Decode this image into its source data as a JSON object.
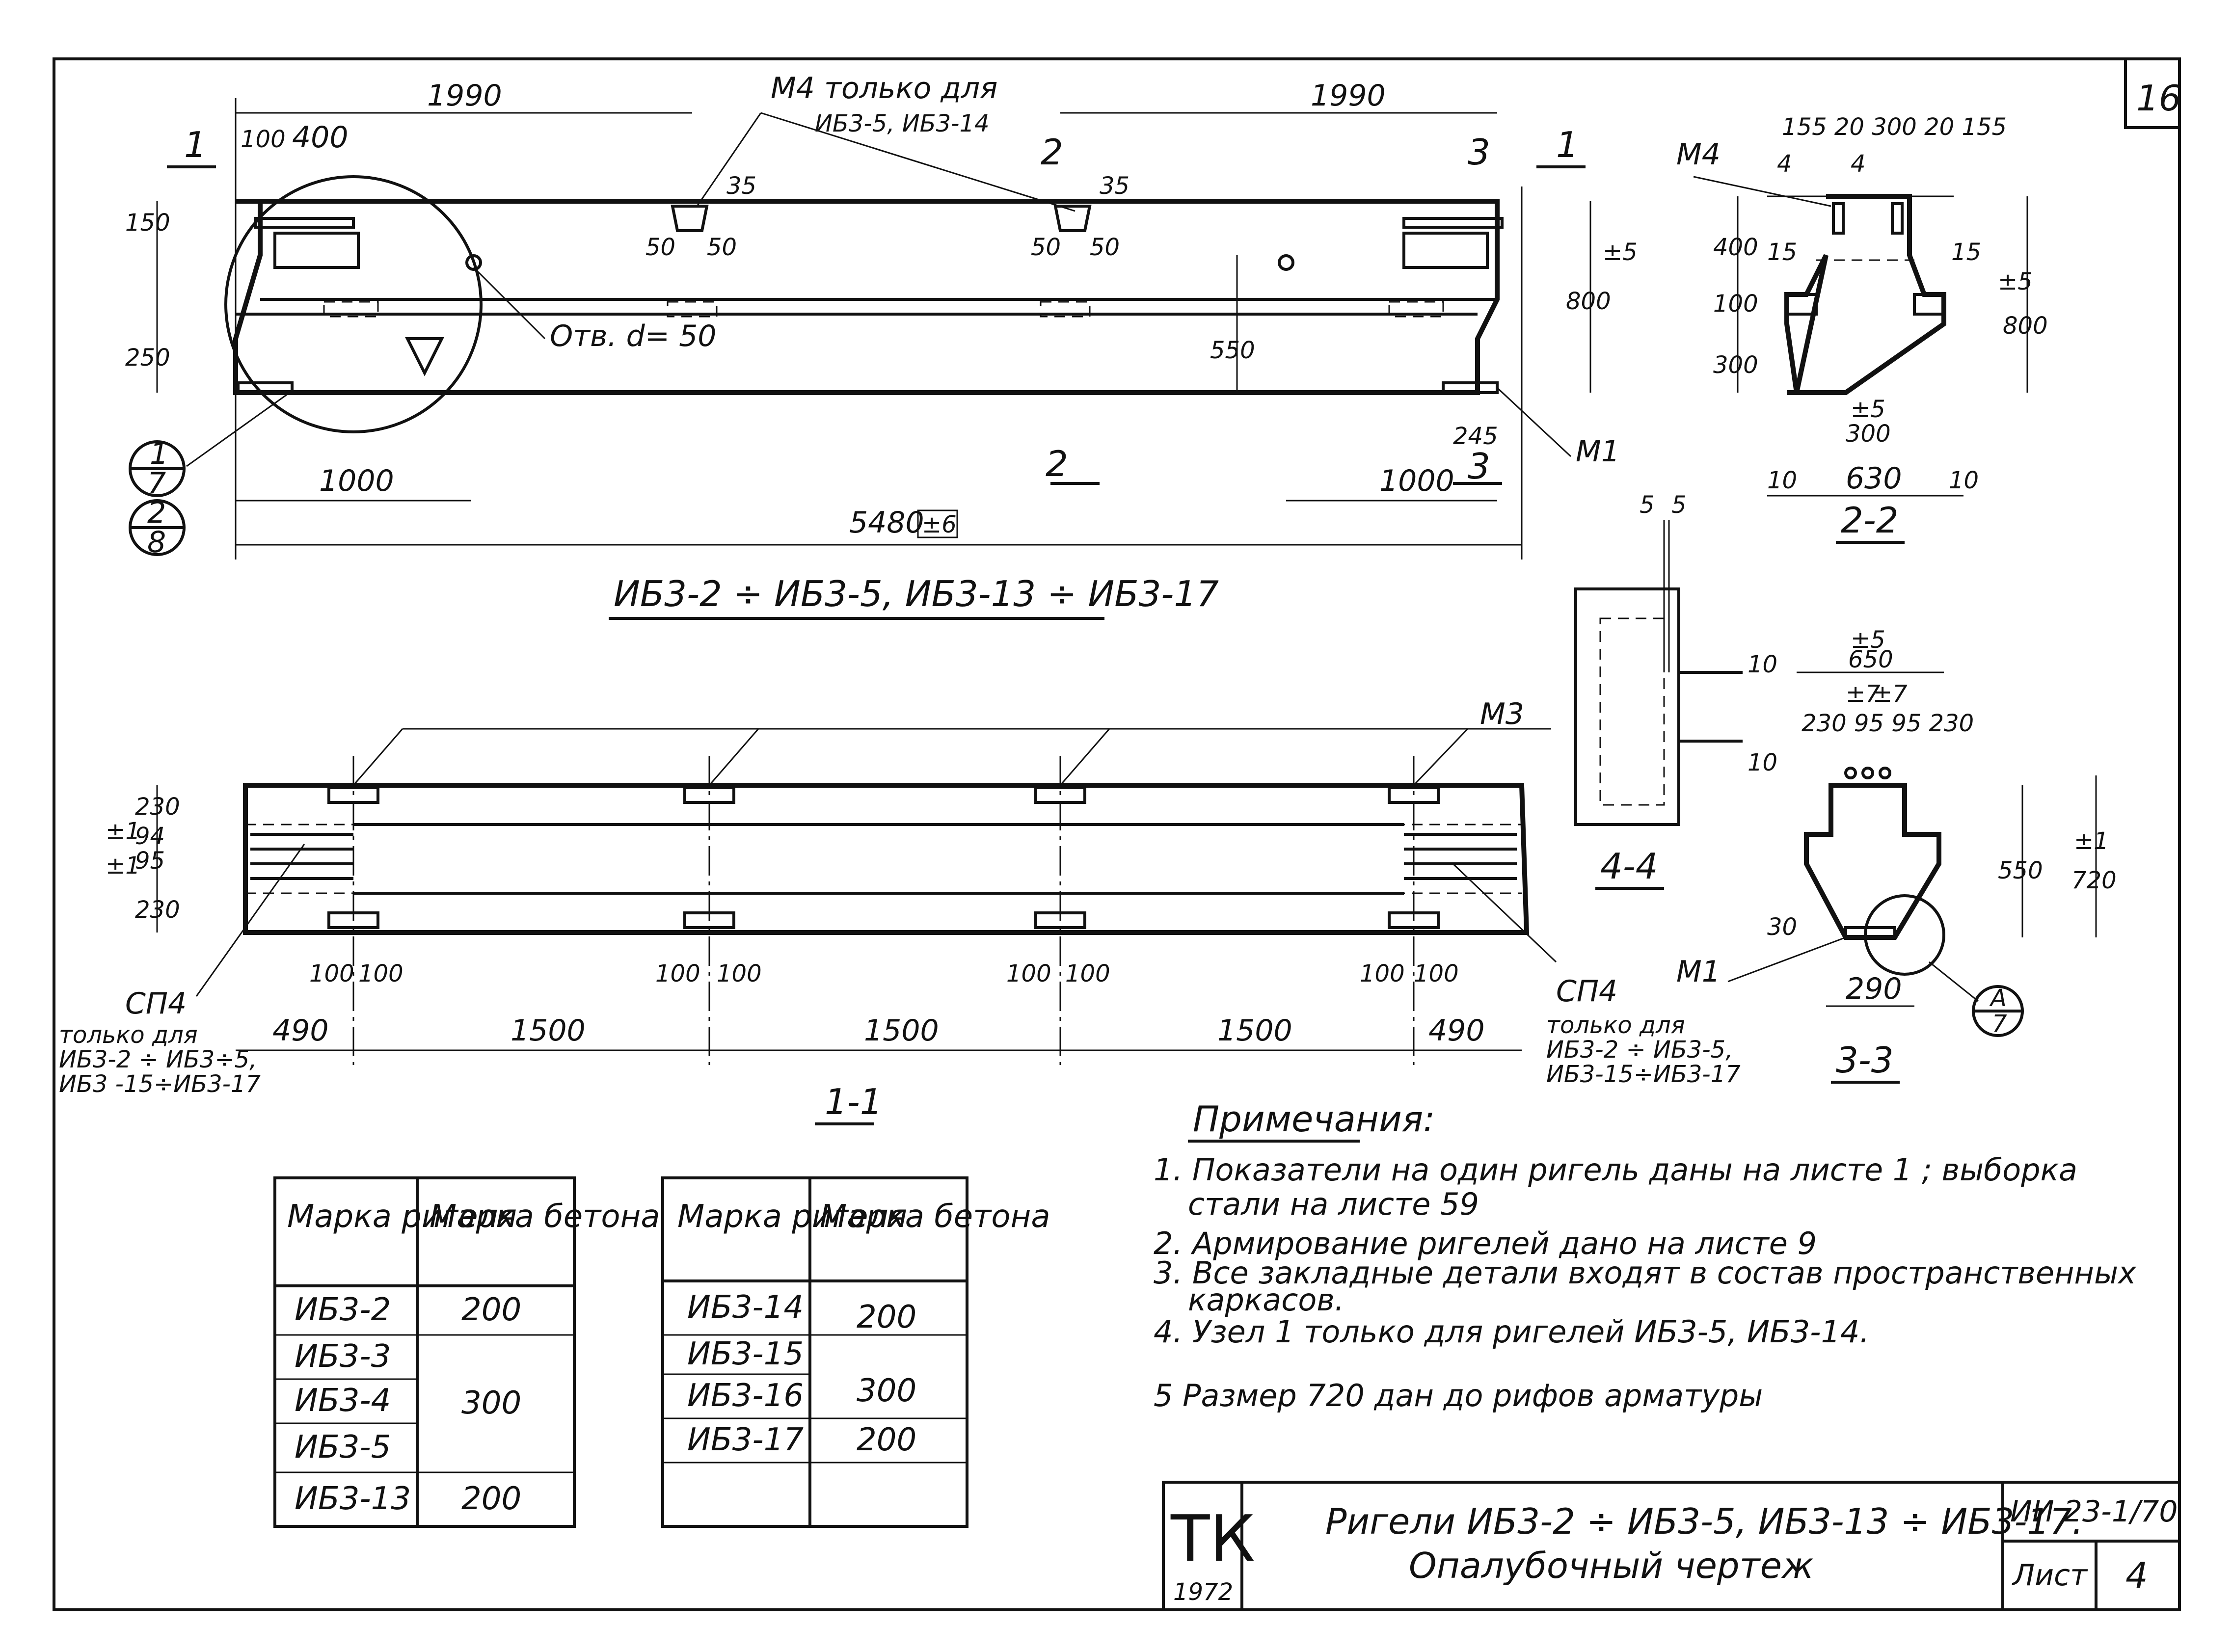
{
  "sheet": {
    "corner_number": "16",
    "title_view_1": "ИБ3-2 ÷ ИБ3-5, ИБ3-13 ÷ ИБ3-17",
    "title_view_2": "1-1",
    "section_2": "2-2",
    "section_3": "3-3",
    "section_4": "4-4"
  },
  "elevation": {
    "top_left_dim": "1990",
    "top_right_dim": "1990",
    "m4_note_line1": "М4 только для",
    "m4_note_line2": "ИБ3-5, ИБ3-14",
    "dim_100": "100",
    "dim_400": "400",
    "dim_150": "150",
    "dim_35a": "35",
    "dim_35b": "35",
    "dim_50a": "50",
    "dim_50b": "50",
    "dim_50c": "50",
    "dim_50d": "50",
    "dim_250": "250",
    "dim_550": "550",
    "dim_800": "800",
    "tol_5": "±5",
    "hole": "Отв. d= 50",
    "dim_1000a": "1000",
    "dim_1000b": "1000",
    "dim_245": "245",
    "m1": "М1",
    "overall": "5480",
    "tol_6": "±6",
    "cut1a": "1",
    "cut1b": "1",
    "cut2a": "2",
    "cut2b": "2",
    "cut3a": "3",
    "cut3b": "3",
    "node1_top": "1",
    "node1_bottom": "7",
    "node2_top": "2",
    "node2_bottom": "8"
  },
  "plan": {
    "m3": "М3",
    "d230a": "230",
    "d94": "94",
    "d95": "95",
    "d230b": "230",
    "tol1a": "±1",
    "tol1b": "±1",
    "sp4_left": "СП4",
    "sp4_left_n1": "только для",
    "sp4_left_n2": "ИБ3-2 ÷ ИБ3÷5,",
    "sp4_left_n3": "ИБ3 -15÷ИБ3-17",
    "sp4_right": "СП4",
    "sp4_right_n1": "только для",
    "sp4_right_n2": "ИБ3-2 ÷ ИБ3-5,",
    "sp4_right_n3": "ИБ3-15÷ИБ3-17",
    "d100_1": "100",
    "d100_2": "100",
    "d100_3": "100",
    "d100_4": "100",
    "d100_5": "100",
    "d100_6": "100",
    "d100_7": "100",
    "d100_8": "100",
    "d490a": "490",
    "d1500a": "1500",
    "d1500b": "1500",
    "d1500c": "1500",
    "d490b": "490"
  },
  "sec22": {
    "m4": "М4",
    "top_dims": "155 20 300 20 155",
    "d4a": "4",
    "d4b": "4",
    "d400": "400",
    "d15a": "15",
    "d15b": "15",
    "d100": "100",
    "d300": "300",
    "d800": "800",
    "tol5a": "±5",
    "tol5b": "±5",
    "d300b": "300",
    "d10a": "10",
    "d630": "630",
    "d10b": "10"
  },
  "sec44": {
    "d5a": "5",
    "d5b": "5",
    "d10a": "10",
    "d10b": "10"
  },
  "sec33": {
    "tol5": "±5",
    "d650": "650",
    "tol7a": "±7",
    "tol7b": "±7",
    "top_dims": "230 95 95 230",
    "d550": "550",
    "d720": "720",
    "tol1": "±1",
    "d30": "30",
    "m1": "М1",
    "d290": "290",
    "nodeA_top": "А",
    "nodeA_bottom": "7"
  },
  "notes": {
    "header": "Примечания:",
    "n1": "1. Показатели на один ригель даны на листе 1 ; выборка",
    "n1b": "стали на листе 59",
    "n2": "2. Армирование ригелей дано на листе 9",
    "n3": "3. Все закладные детали входят в состав пространственных",
    "n3b": "каркасов.",
    "n4": "4. Узел 1 только для ригелей ИБ3-5, ИБ3-14.",
    "n5": "5 Размер 720 дан до рифов арматуры"
  },
  "table1": {
    "h1": "Марка ригеля",
    "h2": "Марка бетона",
    "rows": [
      {
        "mark": "ИБ3-2",
        "concrete": "200"
      },
      {
        "mark": "ИБ3-3",
        "concrete": ""
      },
      {
        "mark": "ИБ3-4",
        "concrete": "300"
      },
      {
        "mark": "ИБ3-5",
        "concrete": ""
      },
      {
        "mark": "ИБ3-13",
        "concrete": "200"
      }
    ]
  },
  "table2": {
    "h1": "Марка ригеля",
    "h2": "Марка бетона",
    "rows": [
      {
        "mark": "ИБ3-14",
        "concrete": "200"
      },
      {
        "mark": "ИБ3-15",
        "concrete": ""
      },
      {
        "mark": "ИБ3-16",
        "concrete": "300"
      },
      {
        "mark": "ИБ3-17",
        "concrete": "200"
      }
    ]
  },
  "titleblock": {
    "logo": "ТК",
    "year": "1972",
    "title1": "Ригели ИБ3-2 ÷ ИБ3-5, ИБ3-13 ÷ ИБ3-17.",
    "title2": "Опалубочный чертеж",
    "code": "ИИ 23-1/70",
    "sheet_label": "Лист",
    "sheet_no": "4"
  }
}
